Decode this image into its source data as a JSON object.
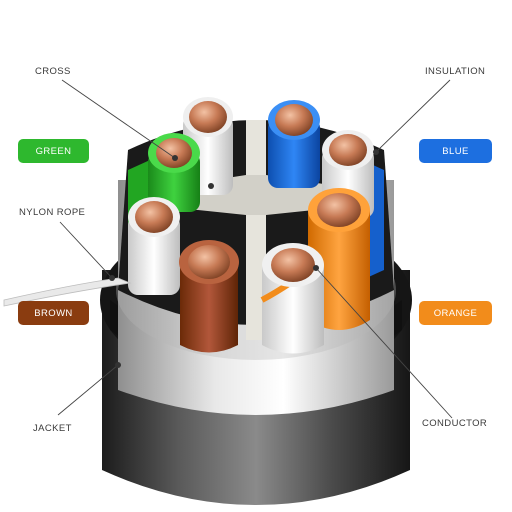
{
  "labels": {
    "cross": "CROSS",
    "insulation": "INSULATION",
    "nylon_rope": "NYLON ROPE",
    "jacket": "JACKET",
    "conductor": "CONDUCTOR"
  },
  "pills": {
    "green": "GREEN",
    "blue": "BLUE",
    "brown": "BROWN",
    "orange": "ORANGE"
  },
  "colors": {
    "green": "#2eb82e",
    "blue": "#1d6fe0",
    "brown": "#8a3c10",
    "orange": "#f28c1b",
    "jacket": "#2b2b2b",
    "copper": "#c77a55"
  }
}
